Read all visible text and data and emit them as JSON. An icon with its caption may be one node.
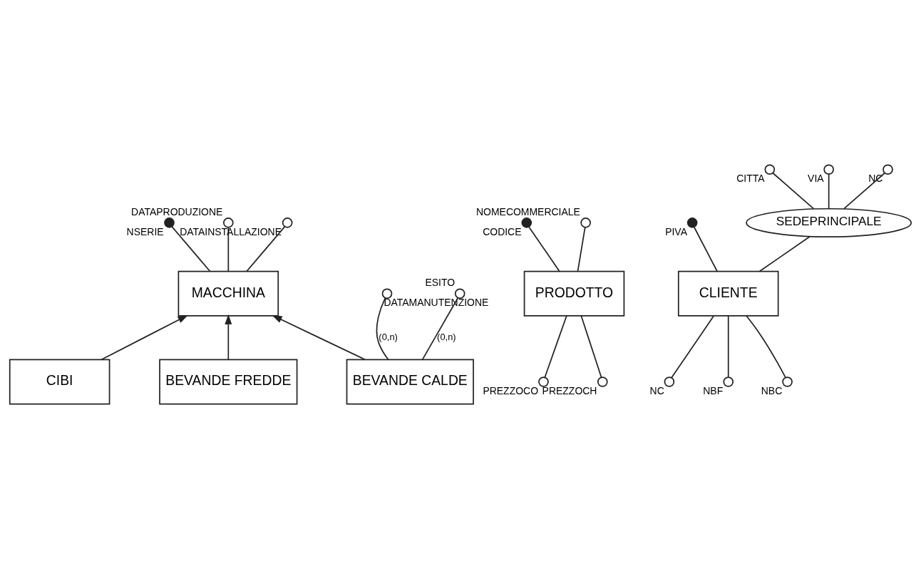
{
  "diagram": {
    "nodes": [
      {
        "text": [
          "MACCHINA"
        ]
      },
      {
        "text": [],
        "shape": "circle",
        "beside": [
          "NSERIE"
        ]
      },
      {
        "text": [],
        "shape": "circle",
        "beside": [
          "DATAPRODUZIONE"
        ]
      },
      {
        "text": [],
        "shape": "circle",
        "beside": [
          "DATAINSTALLAZIONE"
        ]
      },
      {
        "text": [
          "CIBI"
        ]
      },
      {
        "text": [
          "BEVANDE FREDDE"
        ]
      },
      {
        "text": [
          "BEVANDE CALDE"
        ]
      },
      {
        "text": [],
        "shape": "circle",
        "beside": [
          "DATAMANUTENZIONE"
        ]
      },
      {
        "text": [],
        "shape": "circle",
        "beside": [
          "ESITO"
        ]
      },
      {
        "text": [
          "PRODOTTO"
        ]
      },
      {
        "text": [],
        "shape": "circle",
        "beside": [
          "CODICE"
        ]
      },
      {
        "text": [],
        "shape": "circle",
        "beside": [
          "NOMECOMMERCIALE"
        ]
      },
      {
        "text": [],
        "shape": "circle",
        "beside": [
          "PREZZOCO"
        ]
      },
      {
        "text": [],
        "shape": "circle",
        "beside": [
          "PREZZOCH"
        ]
      },
      {
        "text": [
          "CLIENTE"
        ]
      },
      {
        "text": [],
        "shape": "circle",
        "beside": [
          "PIVA"
        ]
      },
      {
        "text": [
          "SEDEPRINCIPALE"
        ]
      },
      {
        "text": [],
        "shape": "circle",
        "beside": [
          "CITTA"
        ]
      },
      {
        "text": [],
        "shape": "circle",
        "beside": [
          "VIA"
        ]
      },
      {
        "text": [],
        "shape": "circle",
        "beside": [
          "NC"
        ]
      },
      {
        "text": [],
        "shape": "circle",
        "beside": [
          "NC"
        ]
      },
      {
        "text": [],
        "shape": "circle",
        "beside": [
          "NBF"
        ]
      },
      {
        "text": [],
        "shape": "circle",
        "beside": [
          "NBC"
        ]
      }
    ],
    "edges": [
      {
        "from": 0,
        "to": 1,
        "arrow": "none"
      },
      {
        "from": 0,
        "to": 2,
        "arrow": "none"
      },
      {
        "from": 0,
        "to": 3,
        "arrow": "none"
      },
      {
        "from": 4,
        "to": 0,
        "arrow": "to"
      },
      {
        "from": 5,
        "to": 0,
        "arrow": "to"
      },
      {
        "from": 6,
        "to": 0,
        "arrow": "to"
      },
      {
        "from": 6,
        "to": 7,
        "arrow": "none",
        "label": "(0,n)"
      },
      {
        "from": 6,
        "to": 8,
        "arrow": "none",
        "label": "(0,n)"
      },
      {
        "from": 9,
        "to": 10,
        "arrow": "none"
      },
      {
        "from": 9,
        "to": 11,
        "arrow": "none"
      },
      {
        "from": 12,
        "to": 9,
        "arrow": "none"
      },
      {
        "from": 13,
        "to": 9,
        "arrow": "none"
      },
      {
        "from": 14,
        "to": 15,
        "arrow": "none"
      },
      {
        "from": 14,
        "to": 16,
        "arrow": "none"
      },
      {
        "from": 16,
        "to": 17,
        "arrow": "none"
      },
      {
        "from": 16,
        "to": 18,
        "arrow": "none"
      },
      {
        "from": 16,
        "to": 19,
        "arrow": "none"
      },
      {
        "from": 20,
        "to": 14,
        "arrow": "none"
      },
      {
        "from": 21,
        "to": 14,
        "arrow": "none"
      },
      {
        "from": 22,
        "to": 14,
        "arrow": "none"
      }
    ]
  }
}
